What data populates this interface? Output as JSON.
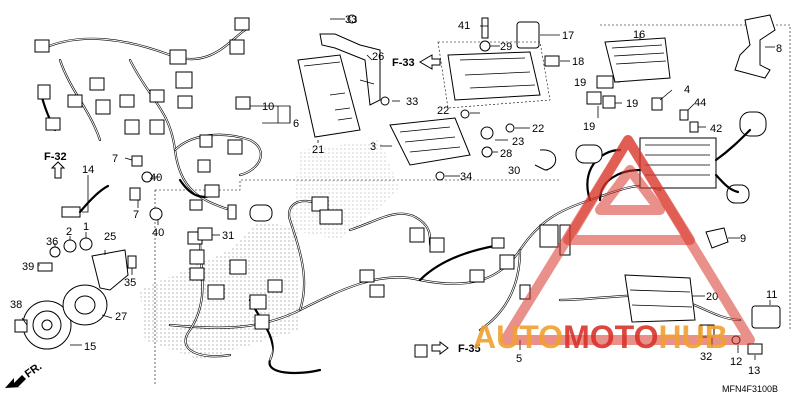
{
  "diagram": {
    "code": "MFN4F3100B",
    "direction_label": "FR.",
    "refs": [
      {
        "id": "ref-f33",
        "text": "F-33"
      },
      {
        "id": "ref-f32",
        "text": "F-32"
      },
      {
        "id": "ref-f35",
        "text": "F-35"
      }
    ],
    "parts": [
      {
        "n": "1"
      },
      {
        "n": "2"
      },
      {
        "n": "3"
      },
      {
        "n": "4"
      },
      {
        "n": "5"
      },
      {
        "n": "6"
      },
      {
        "n": "7a"
      },
      {
        "n": "7b"
      },
      {
        "n": "8"
      },
      {
        "n": "9"
      },
      {
        "n": "10"
      },
      {
        "n": "11"
      },
      {
        "n": "12"
      },
      {
        "n": "13"
      },
      {
        "n": "14"
      },
      {
        "n": "15"
      },
      {
        "n": "16"
      },
      {
        "n": "17"
      },
      {
        "n": "18"
      },
      {
        "n": "19a"
      },
      {
        "n": "19b"
      },
      {
        "n": "19c"
      },
      {
        "n": "20"
      },
      {
        "n": "21"
      },
      {
        "n": "22a"
      },
      {
        "n": "22b"
      },
      {
        "n": "23"
      },
      {
        "n": "25"
      },
      {
        "n": "26"
      },
      {
        "n": "27"
      },
      {
        "n": "28"
      },
      {
        "n": "29"
      },
      {
        "n": "30"
      },
      {
        "n": "31"
      },
      {
        "n": "32"
      },
      {
        "n": "33a"
      },
      {
        "n": "33b"
      },
      {
        "n": "34"
      },
      {
        "n": "35"
      },
      {
        "n": "36"
      },
      {
        "n": "38"
      },
      {
        "n": "39"
      },
      {
        "n": "40a"
      },
      {
        "n": "40b"
      },
      {
        "n": "41"
      },
      {
        "n": "42"
      },
      {
        "n": "44"
      }
    ],
    "labels": {
      "1": "1",
      "2": "2",
      "3": "3",
      "4": "4",
      "5": "5",
      "6": "6",
      "7a": "7",
      "7b": "7",
      "8": "8",
      "9": "9",
      "10": "10",
      "11": "11",
      "12": "12",
      "13": "13",
      "14": "14",
      "15": "15",
      "16": "16",
      "17": "17",
      "18": "18",
      "19a": "19",
      "19b": "19",
      "19c": "19",
      "20": "20",
      "21": "21",
      "22a": "22",
      "22b": "22",
      "23": "23",
      "25": "25",
      "26": "26",
      "27": "27",
      "28": "28",
      "29": "29",
      "30": "30",
      "31": "31",
      "32": "32",
      "33a": "33",
      "33b": "33",
      "34": "34",
      "35": "35",
      "36": "36",
      "38": "38",
      "39": "39",
      "40a": "40",
      "40b": "40",
      "41": "41",
      "42": "42",
      "44": "44"
    }
  },
  "watermark": {
    "part1": "AUTO",
    "part2": "MOTO",
    "part3": "HUB",
    "color_primary": "#d9342a",
    "color_secondary": "#f0a030"
  }
}
